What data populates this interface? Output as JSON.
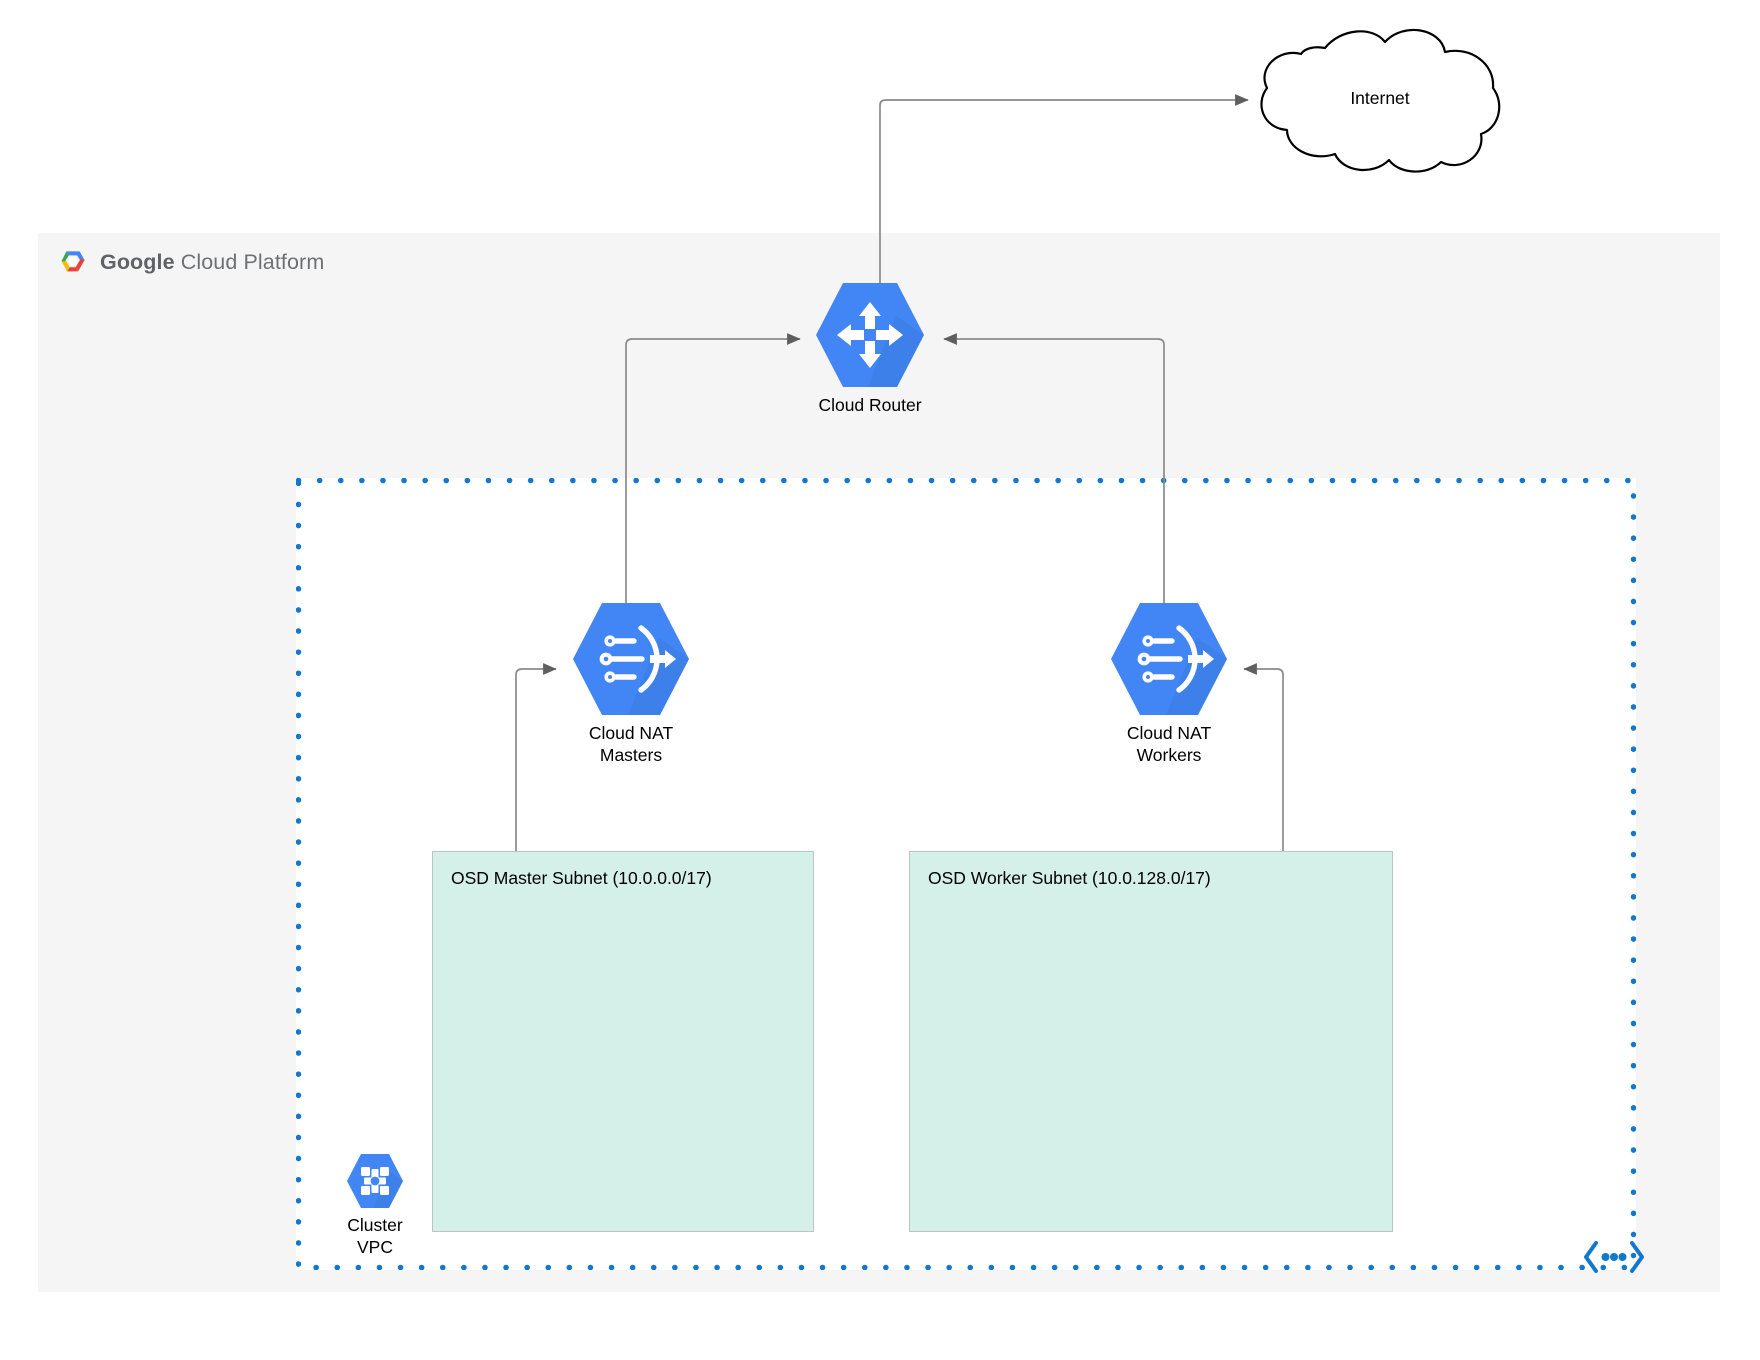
{
  "diagram": {
    "title": "GCP OSD Cluster VPC network diagram",
    "background": "#ffffff",
    "panel_bg": "#f5f5f5",
    "accent_blue": "#4285f4",
    "vpc_dot_color": "#1278cf",
    "subnet_fill": "#d4f0e9",
    "subnet_border": "#b9c6c3",
    "connector_color": "#7a7a7a"
  },
  "gcp_panel": {
    "logo_icon": "google-cloud-platform-hexagon-icon",
    "brand_bold": "Google",
    "brand_light": "Cloud Platform"
  },
  "internet": {
    "label": "Internet",
    "icon": "cloud-icon"
  },
  "nodes": {
    "cloud_router": {
      "label": "Cloud Router",
      "icon": "cloud-router-icon"
    },
    "cloud_nat_masters": {
      "label": "Cloud NAT\nMasters",
      "icon": "cloud-nat-icon"
    },
    "cloud_nat_workers": {
      "label": "Cloud NAT\nWorkers",
      "icon": "cloud-nat-icon"
    },
    "cluster_vpc": {
      "label": "Cluster\nVPC",
      "icon": "vpc-network-icon"
    }
  },
  "subnets": [
    {
      "name": "master-subnet",
      "label": "OSD Master Subnet (10.0.0.0/17)"
    },
    {
      "name": "worker-subnet",
      "label": "OSD Worker Subnet (10.0.128.0/17)"
    }
  ],
  "vpc_boundary": {
    "decoration_icon": "network-chevron-icon"
  },
  "connections": [
    {
      "from": "cloud-router",
      "to": "internet",
      "direction": "to-internet"
    },
    {
      "from": "cloud-nat-masters",
      "to": "cloud-router",
      "direction": "to-router"
    },
    {
      "from": "cloud-nat-workers",
      "to": "cloud-router",
      "direction": "to-router"
    },
    {
      "from": "master-subnet",
      "to": "cloud-nat-masters",
      "direction": "to-nat"
    },
    {
      "from": "worker-subnet",
      "to": "cloud-nat-workers",
      "direction": "to-nat"
    }
  ]
}
